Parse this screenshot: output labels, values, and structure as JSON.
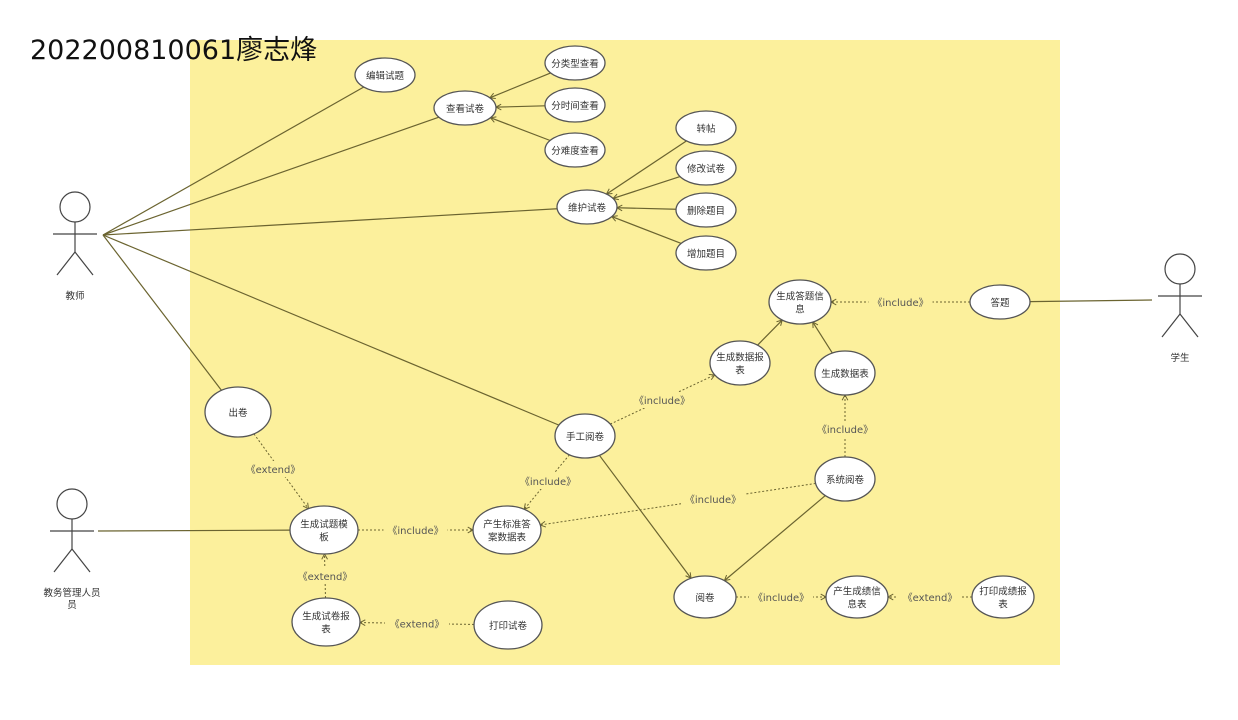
{
  "title": "202200810061廖志烽",
  "colors": {
    "background": "#fcf09c",
    "line": "#6b6430"
  },
  "actors": {
    "teacher": "教师",
    "admin": [
      "教务管理人员",
      "员"
    ],
    "student": "学生"
  },
  "use_cases": {
    "edit": [
      "编辑试题"
    ],
    "view": [
      "查看试卷"
    ],
    "byType": [
      "分类型查看"
    ],
    "byTime": [
      "分时间查看"
    ],
    "byDiff": [
      "分难度查看"
    ],
    "maintain": [
      "维护试卷"
    ],
    "repost": [
      "转帖"
    ],
    "modify": [
      "修改试卷"
    ],
    "delete": [
      "删除题目"
    ],
    "add": [
      "增加题目"
    ],
    "genAnswer": [
      "生成答题信",
      "息"
    ],
    "answer": [
      "答题"
    ],
    "genReport": [
      "生成数据报",
      "表"
    ],
    "genTable": [
      "生成数据表"
    ],
    "manual": [
      "手工阅卷"
    ],
    "system": [
      "系统阅卷"
    ],
    "chujuan": [
      "出卷"
    ],
    "template": [
      "生成试题模",
      "板"
    ],
    "stdAnswer": [
      "产生标准答",
      "案数据表"
    ],
    "reportGen": [
      "生成试卷报",
      "表"
    ],
    "print": [
      "打印试卷"
    ],
    "yuejuan": [
      "阅卷"
    ],
    "score": [
      "产生成绩信",
      "息表"
    ],
    "printScore": [
      "打印成绩报",
      "表"
    ]
  },
  "stereotypes": {
    "include": "《include》",
    "extend": "《extend》"
  }
}
